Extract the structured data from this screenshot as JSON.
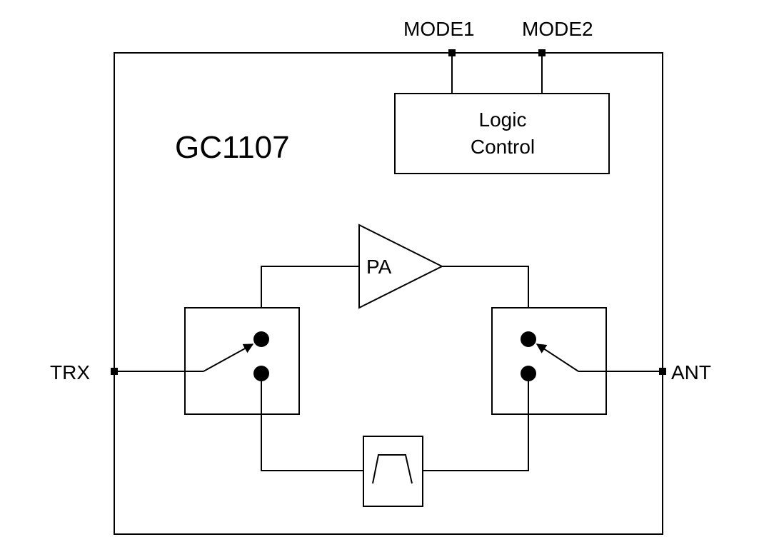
{
  "chip": {
    "name": "GC1107"
  },
  "pins": {
    "mode1": "MODE1",
    "mode2": "MODE2",
    "trx": "TRX",
    "ant": "ANT"
  },
  "logic_block": {
    "line1": "Logic",
    "line2": "Control"
  },
  "amplifier": {
    "label": "PA"
  },
  "colors": {
    "stroke": "#000000",
    "background": "#ffffff"
  },
  "icons": {
    "filter": "bandpass-filter-icon",
    "switch": "spdt-switch-icon"
  }
}
